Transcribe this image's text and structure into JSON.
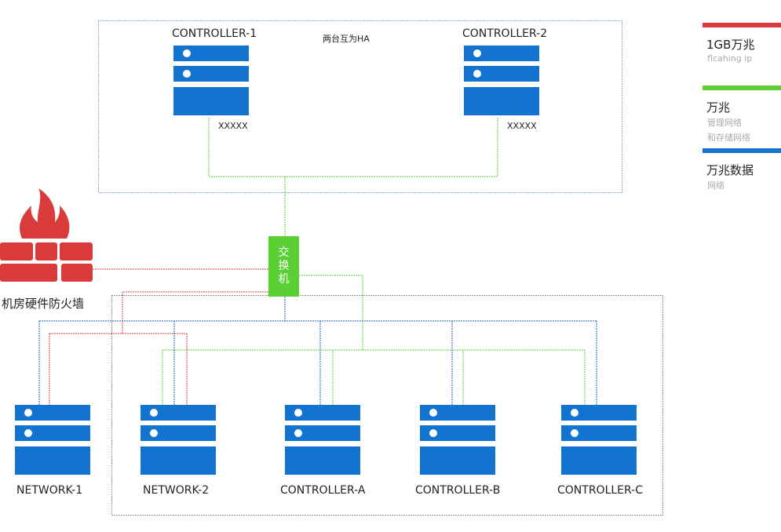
{
  "ha_group": {
    "note": "两台互为HA",
    "controllers": [
      {
        "name": "CONTROLLER-1",
        "ip_label": "XXXXX"
      },
      {
        "name": "CONTROLLER-2",
        "ip_label": "XXXXX"
      }
    ]
  },
  "switch": {
    "label_chars": [
      "交",
      "换",
      "机"
    ]
  },
  "firewall": {
    "label": "机房硬件防火墙"
  },
  "nodes": [
    "NETWORK-1",
    "NETWORK-2",
    "CONTROLLER-A",
    "CONTROLLER-B",
    "CONTROLLER-C"
  ],
  "legend": [
    {
      "title": "1GB万兆",
      "sub1": "flcahing ip",
      "sub2": "",
      "color": "#d93a3a"
    },
    {
      "title": "万兆",
      "sub1": "管理网络",
      "sub2": "和存储网络",
      "color": "#5ad034"
    },
    {
      "title": "万兆数据",
      "sub1": "网络",
      "sub2": "",
      "color": "#1273d0"
    }
  ],
  "colors": {
    "server": "#1273d0",
    "switch": "#5ad034",
    "firewall": "#d93a3a",
    "border": "#1273d0"
  }
}
